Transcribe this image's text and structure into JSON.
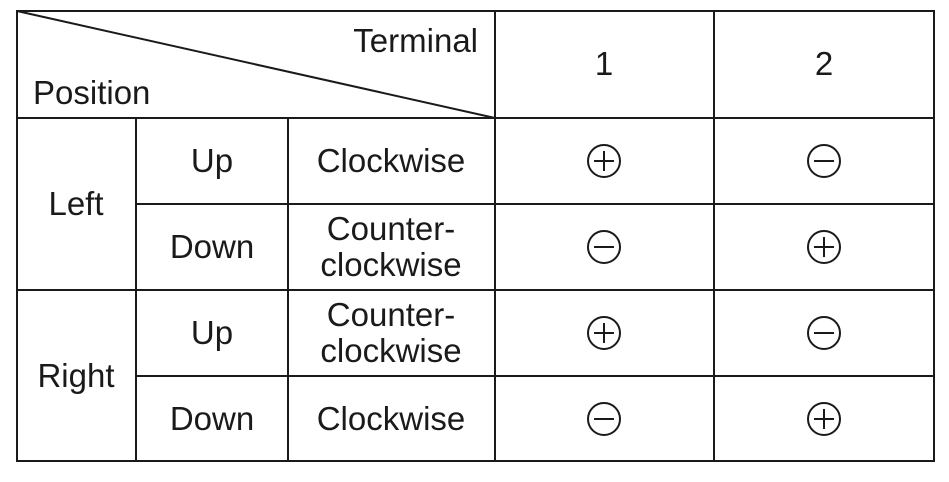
{
  "table": {
    "header": {
      "terminal_label": "Terminal",
      "position_label": "Position",
      "terminal_1": "1",
      "terminal_2": "2"
    },
    "groups": [
      {
        "position": "Left",
        "rows": [
          {
            "direction": "Up",
            "rotation": [
              "Clockwise"
            ],
            "terminal_1": "+",
            "terminal_2": "−"
          },
          {
            "direction": "Down",
            "rotation": [
              "Counter-",
              "clockwise"
            ],
            "terminal_1": "−",
            "terminal_2": "+"
          }
        ]
      },
      {
        "position": "Right",
        "rows": [
          {
            "direction": "Up",
            "rotation": [
              "Counter-",
              "clockwise"
            ],
            "terminal_1": "+",
            "terminal_2": "−"
          },
          {
            "direction": "Down",
            "rotation": [
              "Clockwise"
            ],
            "terminal_1": "−",
            "terminal_2": "+"
          }
        ]
      }
    ]
  }
}
